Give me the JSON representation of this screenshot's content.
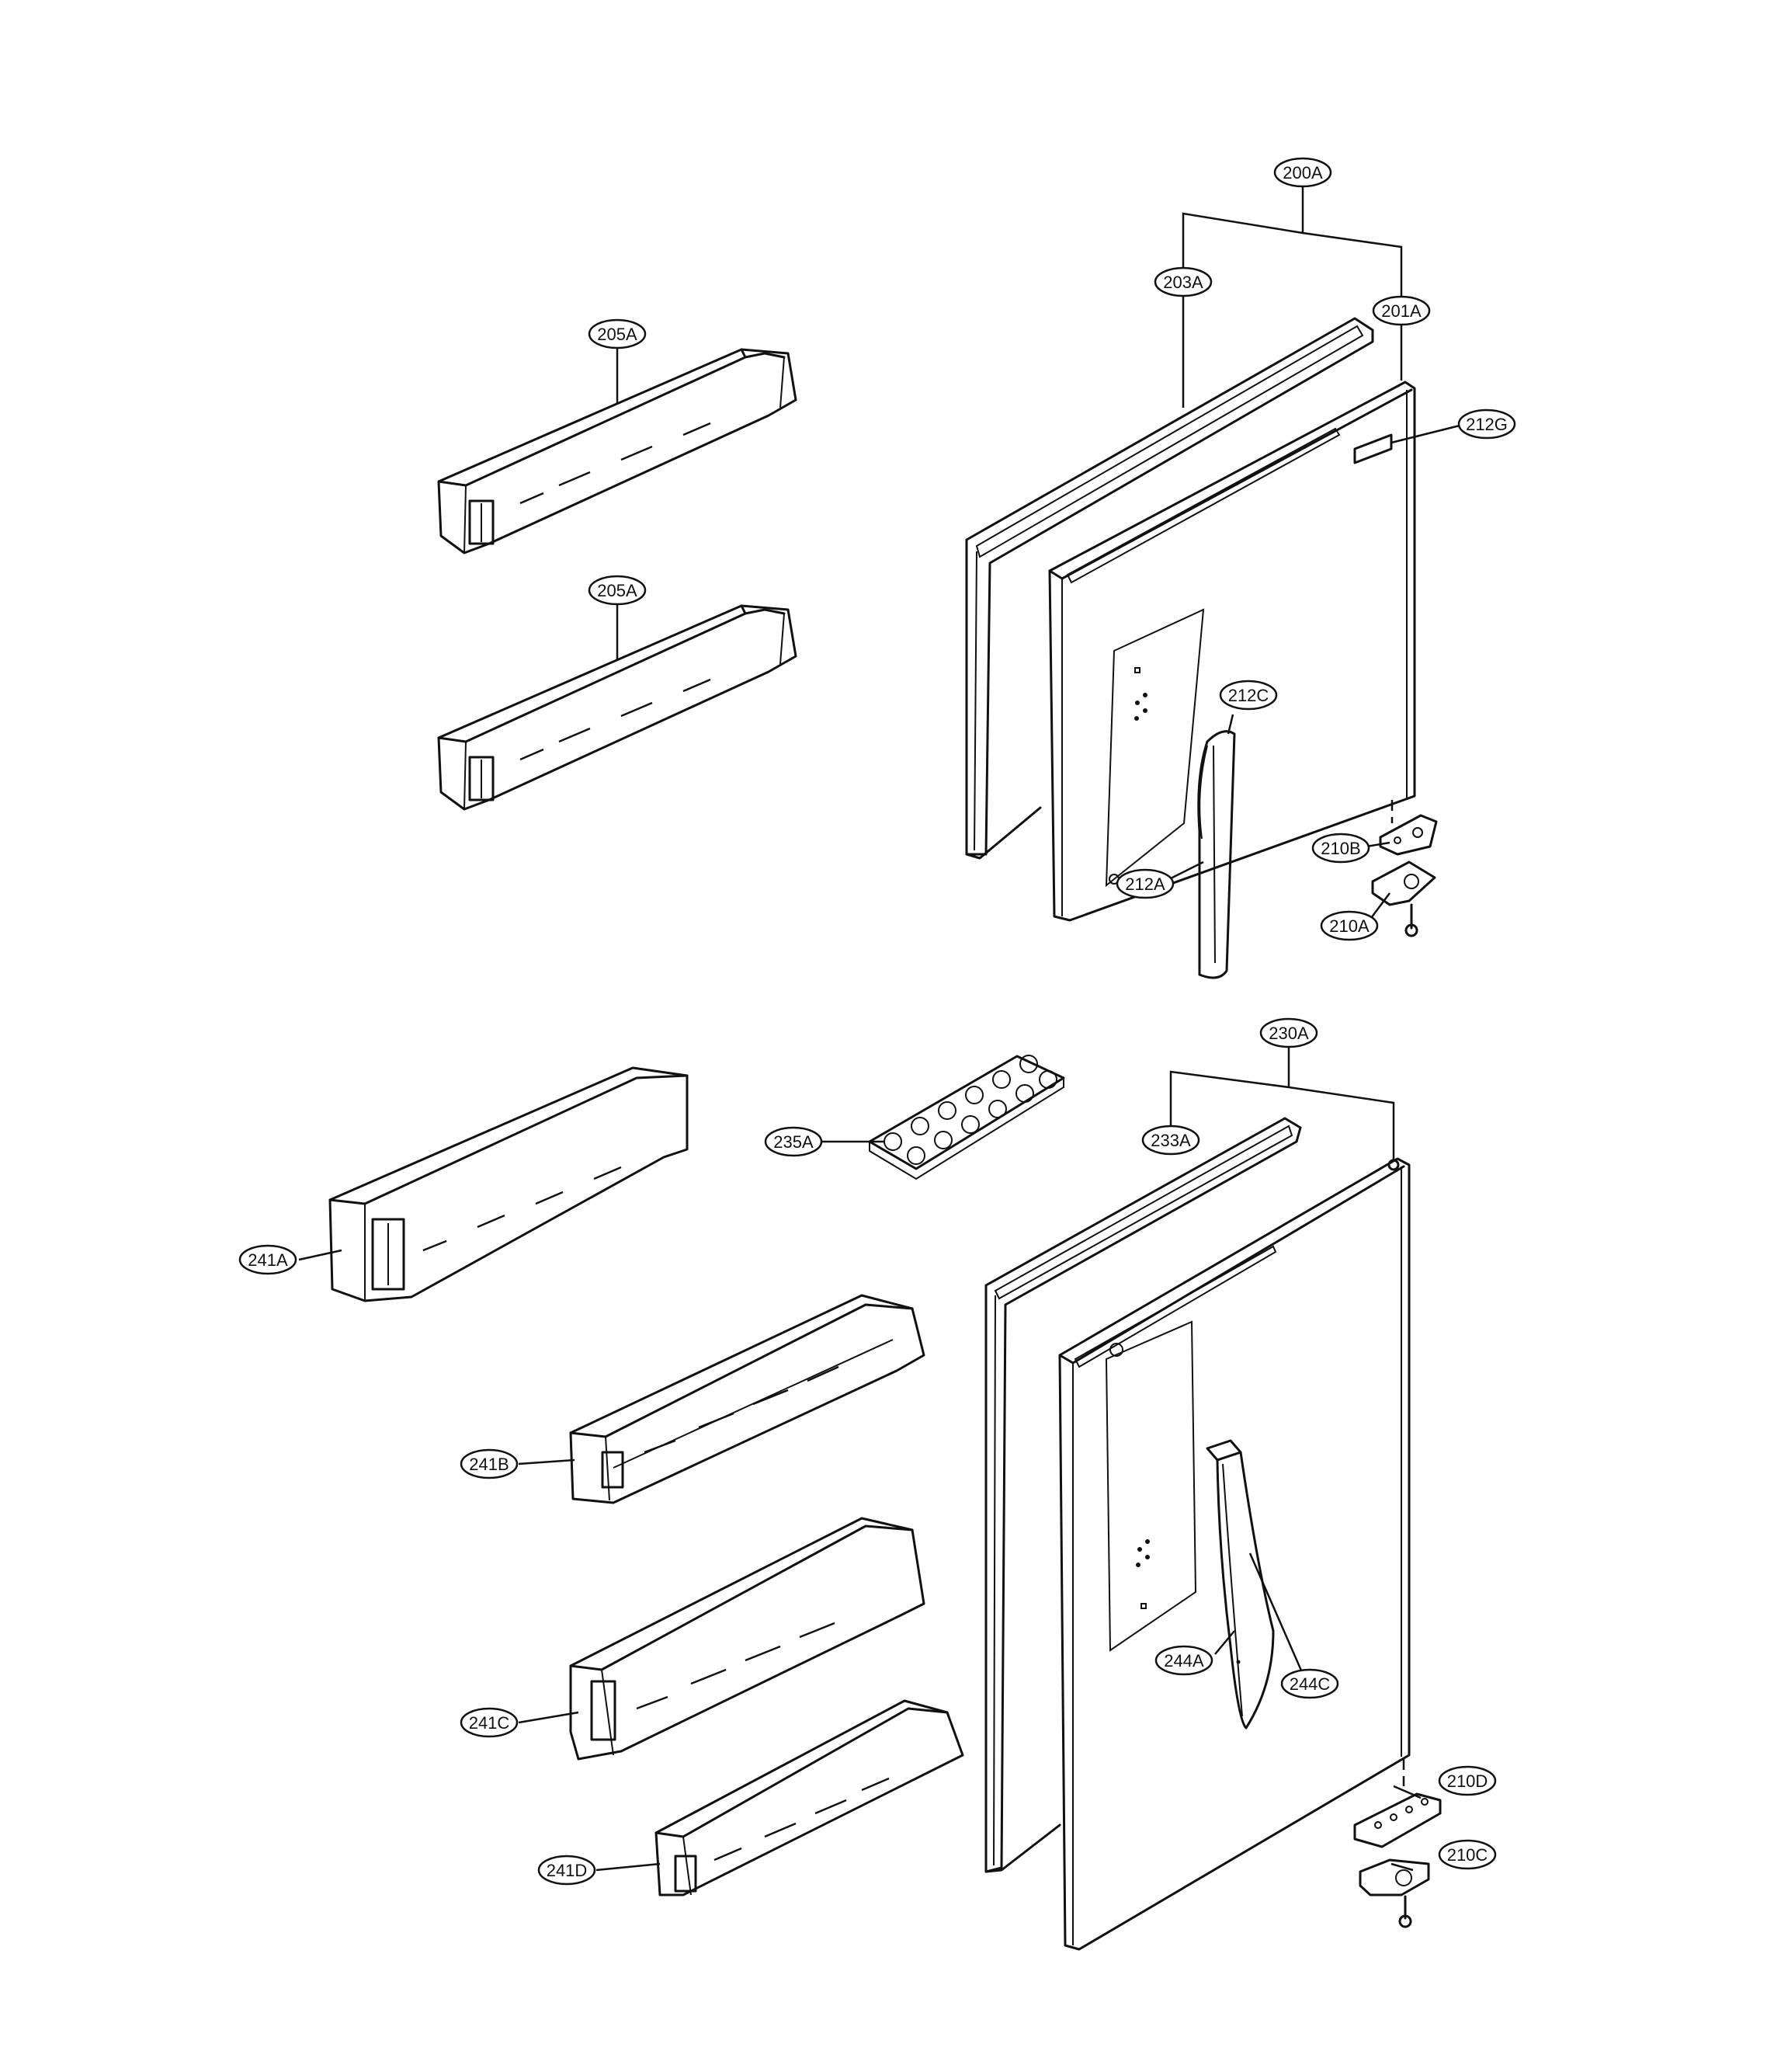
{
  "labels": {
    "l200A": "200A",
    "l203A": "203A",
    "l201A": "201A",
    "l212G": "212G",
    "l205A_top": "205A",
    "l205A_bot": "205A",
    "l212C": "212C",
    "l210B": "210B",
    "l210A": "210A",
    "l212A": "212A",
    "l230A": "230A",
    "l233A": "233A",
    "l235A": "235A",
    "l241A": "241A",
    "l241B": "241B",
    "l241C": "241C",
    "l241D": "241D",
    "l244A": "244A",
    "l244C": "244C",
    "l210D": "210D",
    "l210C": "210C"
  }
}
